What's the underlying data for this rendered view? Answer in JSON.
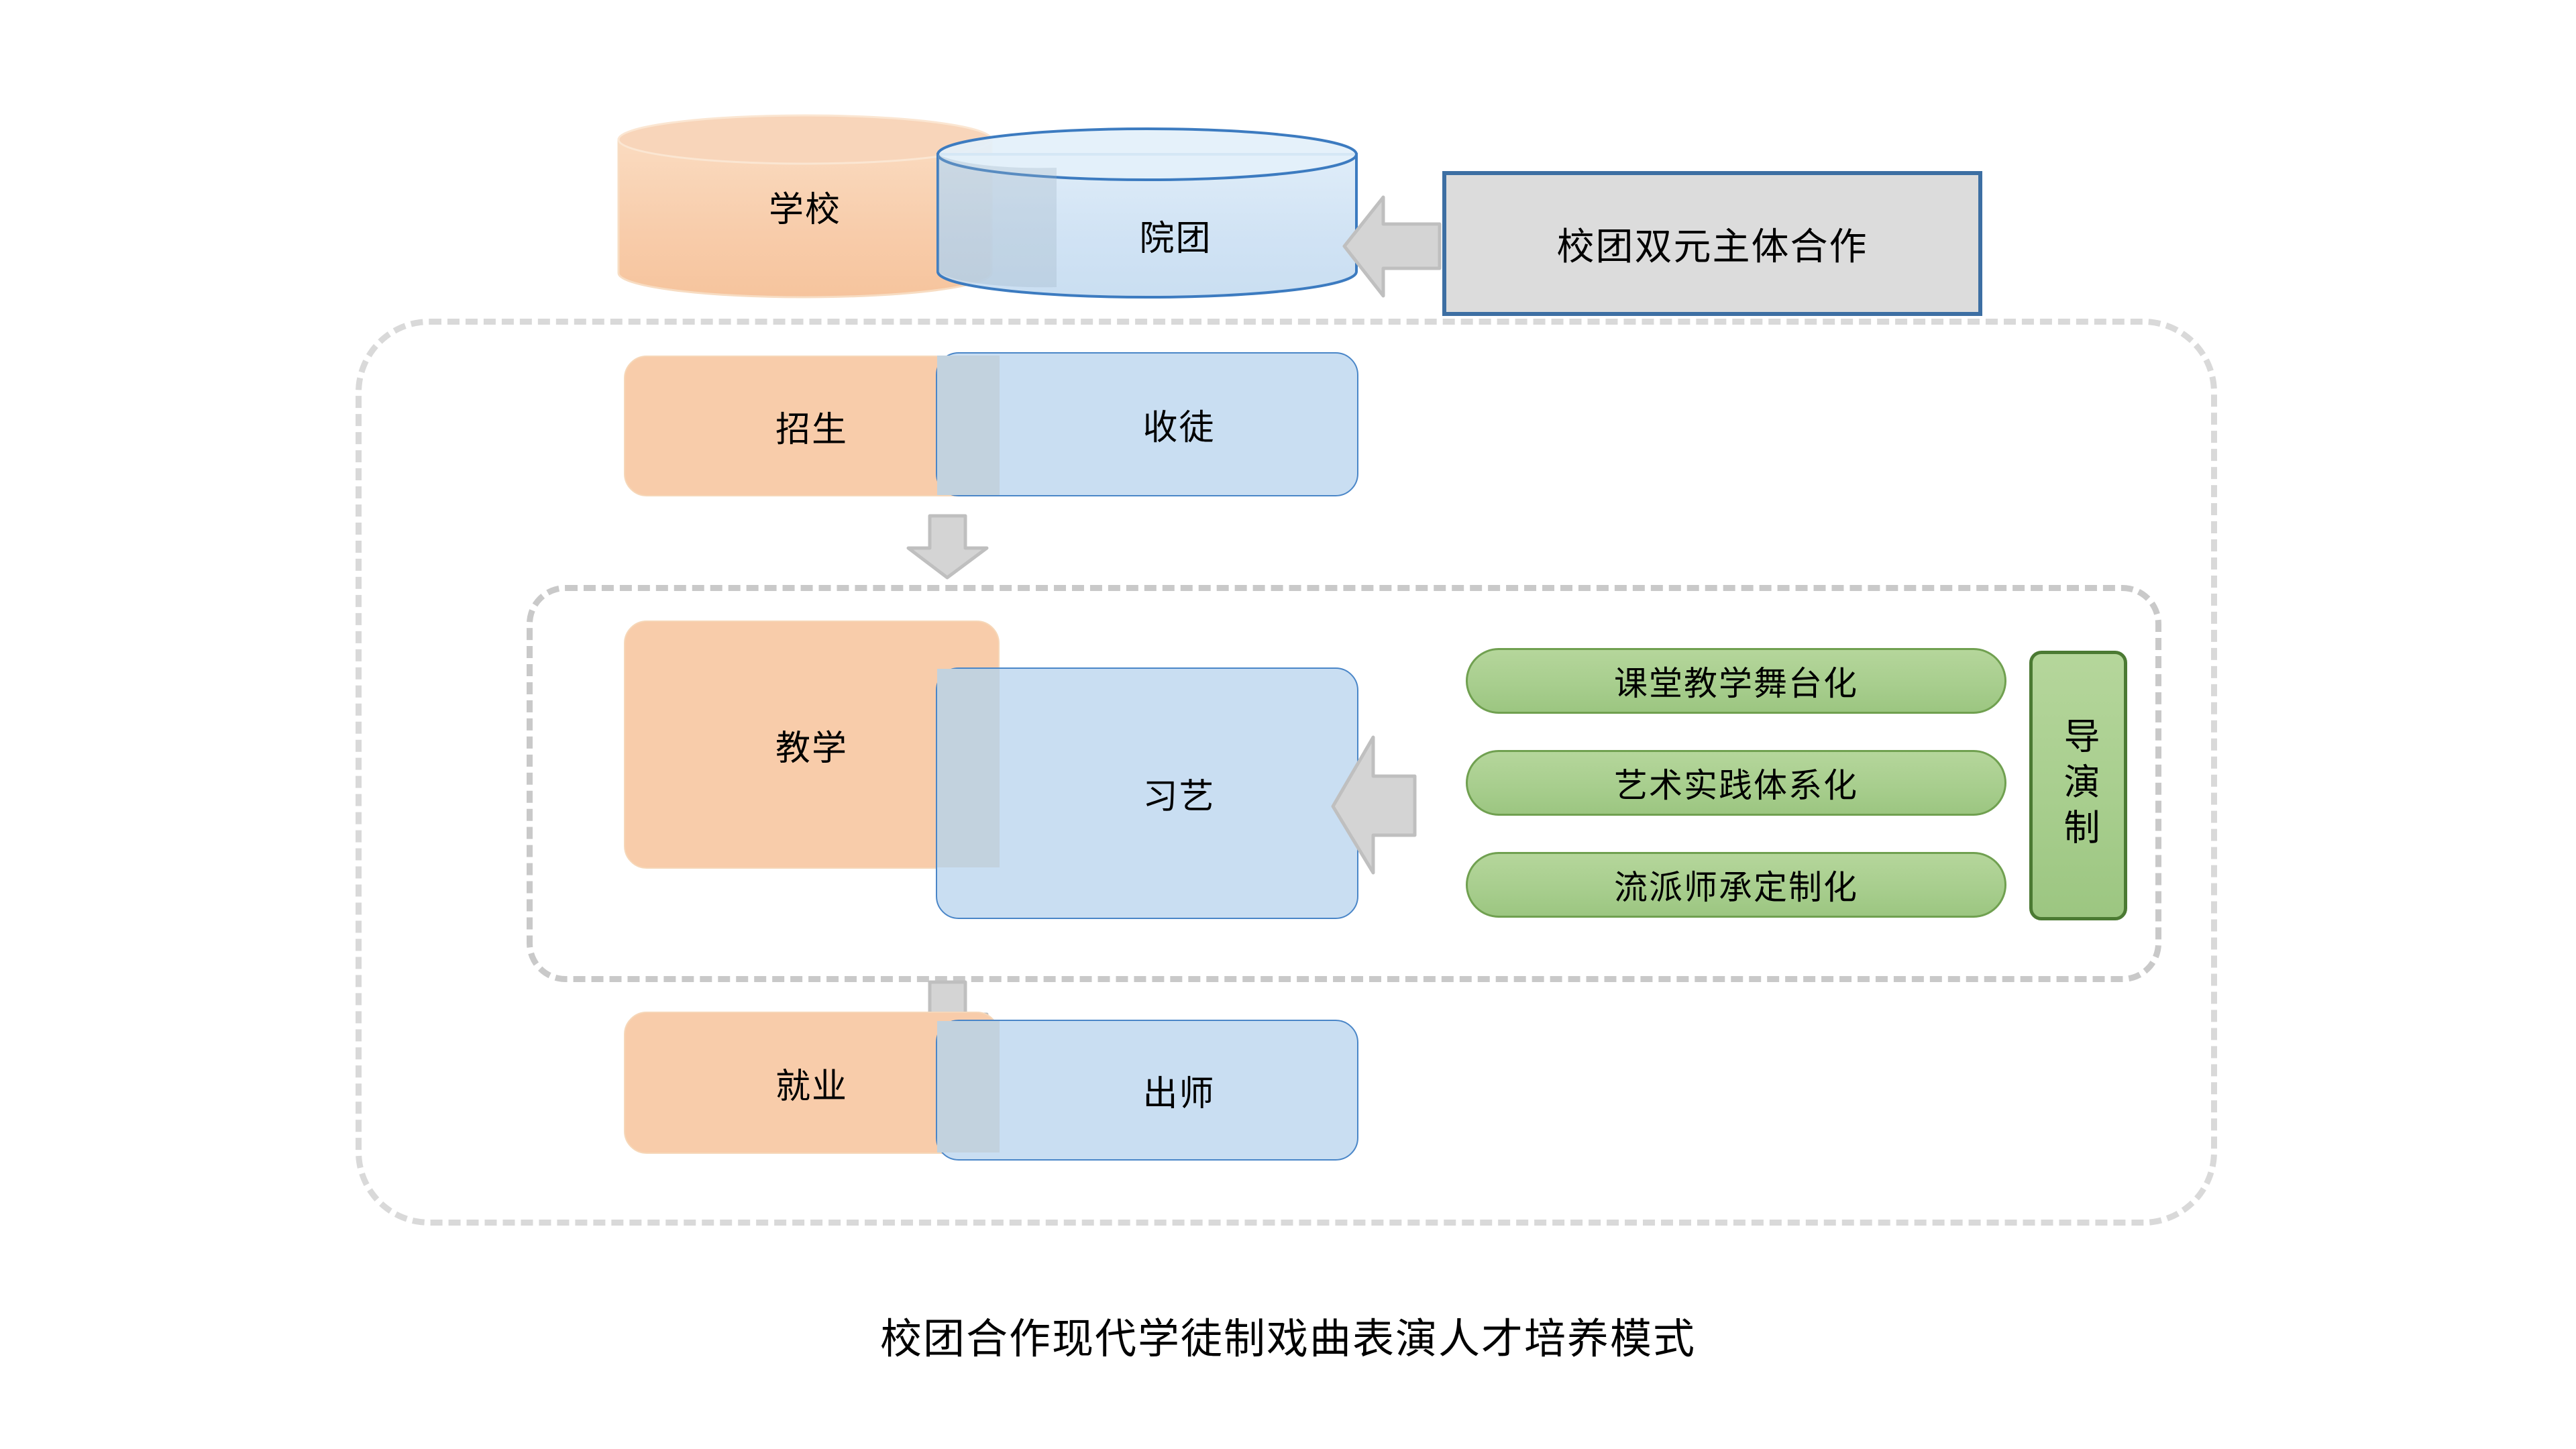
{
  "diagram": {
    "caption": "校团合作现代学徒制戏曲表演人才培养模式",
    "partners": {
      "school": "学校",
      "troupe": "院团"
    },
    "callout": {
      "label": "校团双元主体合作"
    },
    "stages": [
      {
        "school_side": "招生",
        "troupe_side": "收徒"
      },
      {
        "school_side": "教学",
        "troupe_side": "习艺"
      },
      {
        "school_side": "就业",
        "troupe_side": "出师"
      }
    ],
    "teaching_features": [
      "课堂教学舞台化",
      "艺术实践体系化",
      "流派师承定制化"
    ],
    "system_label": "导演制",
    "colors": {
      "school_fill": "#F8CCAA",
      "troupe_fill": "#C9DEF2",
      "troupe_border": "#4A86C8",
      "overlap_fill": "#C2D2DE",
      "feature_fill": "#A8CE8E",
      "feature_border": "#70A050",
      "system_border": "#4B7A33",
      "callout_fill": "#DCDCDC",
      "callout_border": "#3D6FA3",
      "arrow_fill": "#D4D4D4",
      "arrow_border": "#BFBFBF",
      "dashed_border": "#D9D9D9"
    }
  }
}
